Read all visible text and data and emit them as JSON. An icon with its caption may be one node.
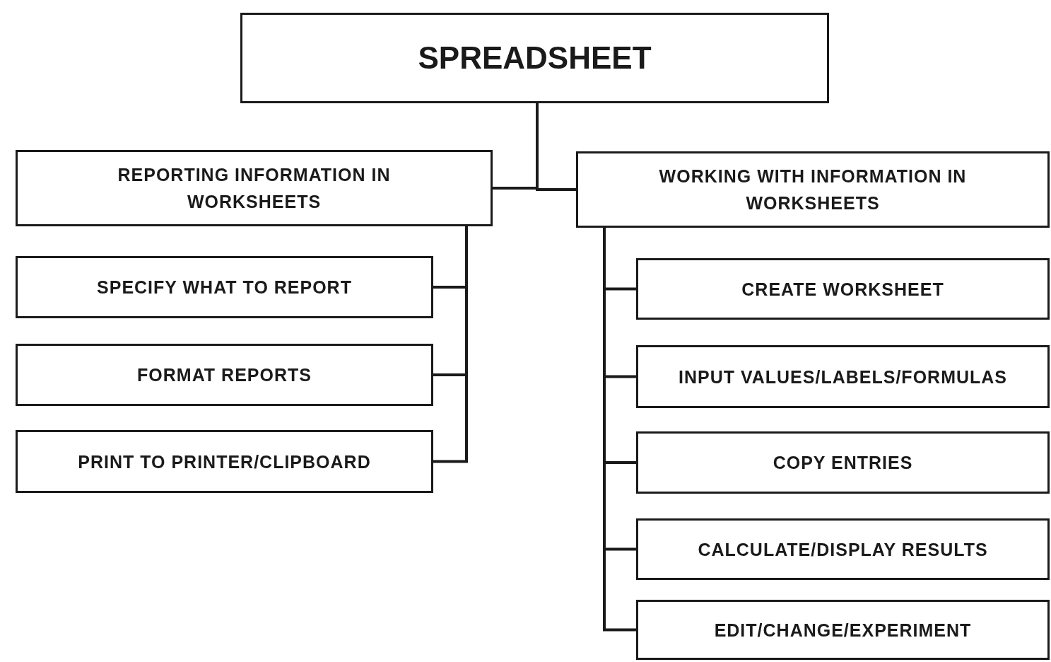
{
  "diagram": {
    "nodes": [
      {
        "text": [
          "SPREADSHEET"
        ]
      },
      {
        "text": [
          "REPORTING INFORMATION IN WORKSHEETS"
        ]
      },
      {
        "text": [
          "WORKING WITH INFORMATION IN WORKSHEETS"
        ]
      },
      {
        "text": [
          "SPECIFY WHAT TO REPORT"
        ]
      },
      {
        "text": [
          "FORMAT REPORTS"
        ]
      },
      {
        "text": [
          "PRINT TO PRINTER/CLIPBOARD"
        ]
      },
      {
        "text": [
          "CREATE WORKSHEET"
        ]
      },
      {
        "text": [
          "INPUT VALUES/LABELS/FORMULAS"
        ]
      },
      {
        "text": [
          "COPY ENTRIES"
        ]
      },
      {
        "text": [
          "CALCULATE/DISPLAY RESULTS"
        ]
      },
      {
        "text": [
          "EDIT/CHANGE/EXPERIMENT"
        ]
      }
    ],
    "edges": [
      {
        "from": 0,
        "to": 1,
        "arrow": "none"
      },
      {
        "from": 0,
        "to": 2,
        "arrow": "none"
      },
      {
        "from": 1,
        "to": 3,
        "arrow": "none"
      },
      {
        "from": 1,
        "to": 4,
        "arrow": "none"
      },
      {
        "from": 1,
        "to": 5,
        "arrow": "none"
      },
      {
        "from": 2,
        "to": 6,
        "arrow": "none"
      },
      {
        "from": 2,
        "to": 7,
        "arrow": "none"
      },
      {
        "from": 2,
        "to": 8,
        "arrow": "none"
      },
      {
        "from": 2,
        "to": 9,
        "arrow": "none"
      },
      {
        "from": 2,
        "to": 10,
        "arrow": "none"
      }
    ]
  }
}
